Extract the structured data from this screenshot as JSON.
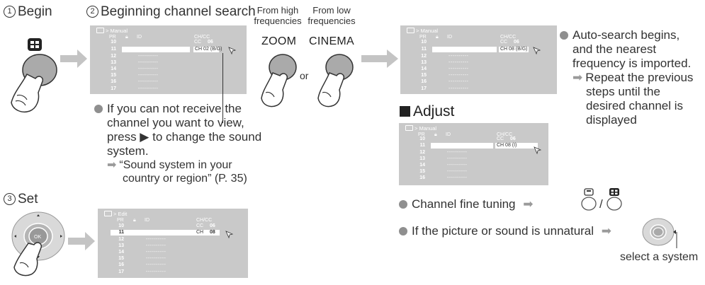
{
  "steps": {
    "begin": {
      "num": "1",
      "label": "Begin"
    },
    "search": {
      "num": "2",
      "label": "Beginning channel search"
    },
    "set": {
      "num": "3",
      "label": "Set"
    }
  },
  "freq": {
    "high_line1": "From high",
    "high_line2": "frequencies",
    "high_btn": "ZOOM",
    "low_line1": "From low",
    "low_line2": "frequencies",
    "low_btn": "CINEMA",
    "or": "or"
  },
  "screens": {
    "manual_header": "> Manual",
    "edit_header": "> Edit",
    "col_pr": "PR",
    "col_id": "ID",
    "col_chcc": "CH/CC",
    "cc": "CC",
    "cc_val": "06",
    "ch": "CH",
    "ch_val": "08",
    "dashes": "----------",
    "rows": [
      "10",
      "11",
      "12",
      "13",
      "14",
      "15",
      "16",
      "17"
    ],
    "s1_ch": "CH   02 (B/G)",
    "s2_ch": "CH   08 (B/G)",
    "s3_ch": "CH   08 (I)",
    "s4_ch": "CH   08"
  },
  "note_search": {
    "line1": "If you can not receive the",
    "line2": "channel you want to view,",
    "line3": "press ▶ to change the sound",
    "line4": "system.",
    "ref1": "“Sound system in your",
    "ref2": "country or region” (P. 35)"
  },
  "note_auto": {
    "line1": "Auto-search begins,",
    "line2": "and the nearest",
    "line3": "frequency is imported.",
    "sub1": "Repeat the previous",
    "sub2": "steps until the",
    "sub3": "desired channel is",
    "sub4": "displayed"
  },
  "adjust": {
    "title": "Adjust"
  },
  "fine": {
    "label": "Channel fine tuning",
    "sep": "/"
  },
  "unnatural": {
    "label": "If the picture or sound is unnatural",
    "select": "select a system"
  },
  "ok": "OK",
  "icons": [
    "hand-press-icon",
    "arrow-right-icon",
    "remote-button-icon",
    "ok-dpad-icon",
    "tv-icon"
  ]
}
